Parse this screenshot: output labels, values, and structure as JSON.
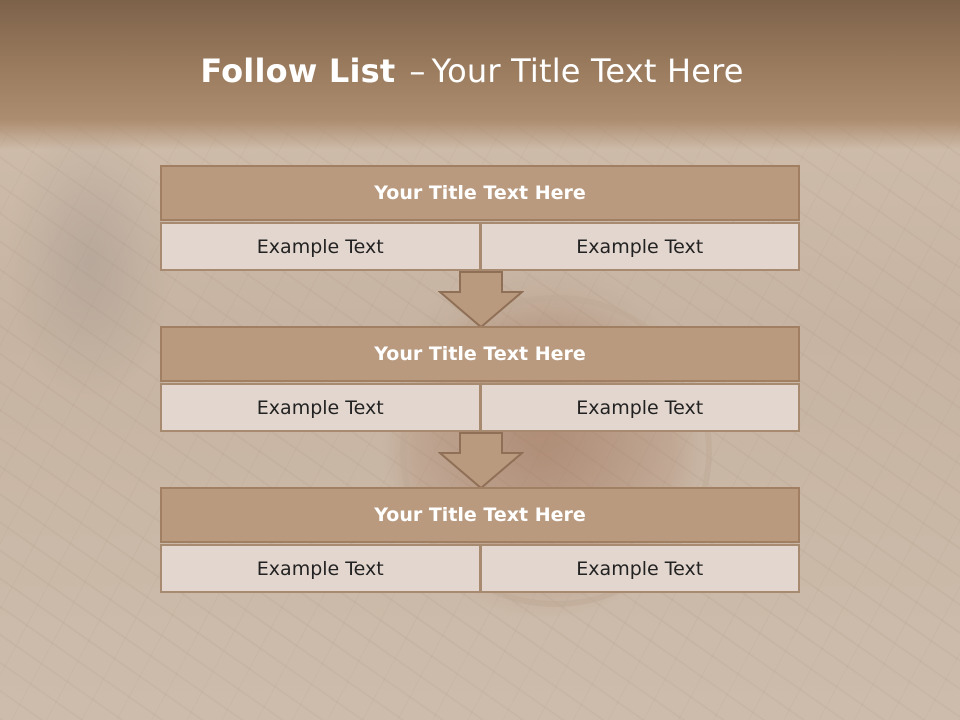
{
  "header": {
    "title_bold": "Follow List",
    "separator": "–",
    "title_rest": "Your Title Text Here"
  },
  "blocks": [
    {
      "title": "Your Title Text Here",
      "cells": [
        "Example Text",
        "Example Text"
      ]
    },
    {
      "title": "Your Title Text Here",
      "cells": [
        "Example Text",
        "Example Text"
      ]
    },
    {
      "title": "Your Title Text Here",
      "cells": [
        "Example Text",
        "Example Text"
      ]
    }
  ],
  "colors": {
    "header_band": "#8b6d52",
    "block_title_fill": "#b99a7f",
    "cell_fill": "#e3d6ce",
    "arrow_fill": "#b99a7f",
    "border": "#a07f63"
  },
  "icons": {
    "connector": "down-arrow-icon"
  }
}
